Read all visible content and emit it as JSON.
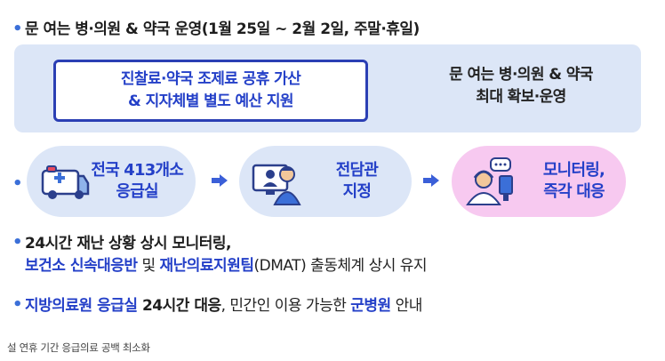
{
  "headline": "문 여는 병·의원 & 약국 운영(1월 25일 ~ 2월 2일, 주말·휴일)",
  "panel": {
    "boxed_line1": "진찰료·약국 조제료 공휴 가산",
    "boxed_line2": "& 지자체별 별도 예산 지원",
    "right_line1": "문 여는 병·의원 & 약국",
    "right_line2": "최대 확보·운영"
  },
  "flow": [
    {
      "line1": "전국 413개소",
      "line2": "응급실",
      "icon": "ambulance-icon"
    },
    {
      "line1": "전담관",
      "line2": "지정",
      "icon": "officer-monitor-icon"
    },
    {
      "line1": "모니터링,",
      "line2": "즉각 대응",
      "icon": "operator-headset-icon"
    }
  ],
  "bullet3": {
    "line1": "24시간 재난 상황 상시 모니터링,",
    "part_a": "보건소 신속대응반",
    "part_b": " 및 ",
    "part_c": "재난의료지원팀",
    "part_d": "(DMAT) 출동체계 상시 유지"
  },
  "bullet4": {
    "part_a": "지방의료원 응급실",
    "part_b": " 24시간 대응",
    "part_c": ", 민간인 이용 가능한 ",
    "part_d": "군병원",
    "part_e": " 안내"
  },
  "footnote": "설 연휴 기간 응급의료 공백 최소화",
  "colors": {
    "accent_blue": "#2440c8",
    "panel_bg": "#dce6f7",
    "pink_bg": "#f7c9f0",
    "bullet": "#3b6fd8"
  }
}
